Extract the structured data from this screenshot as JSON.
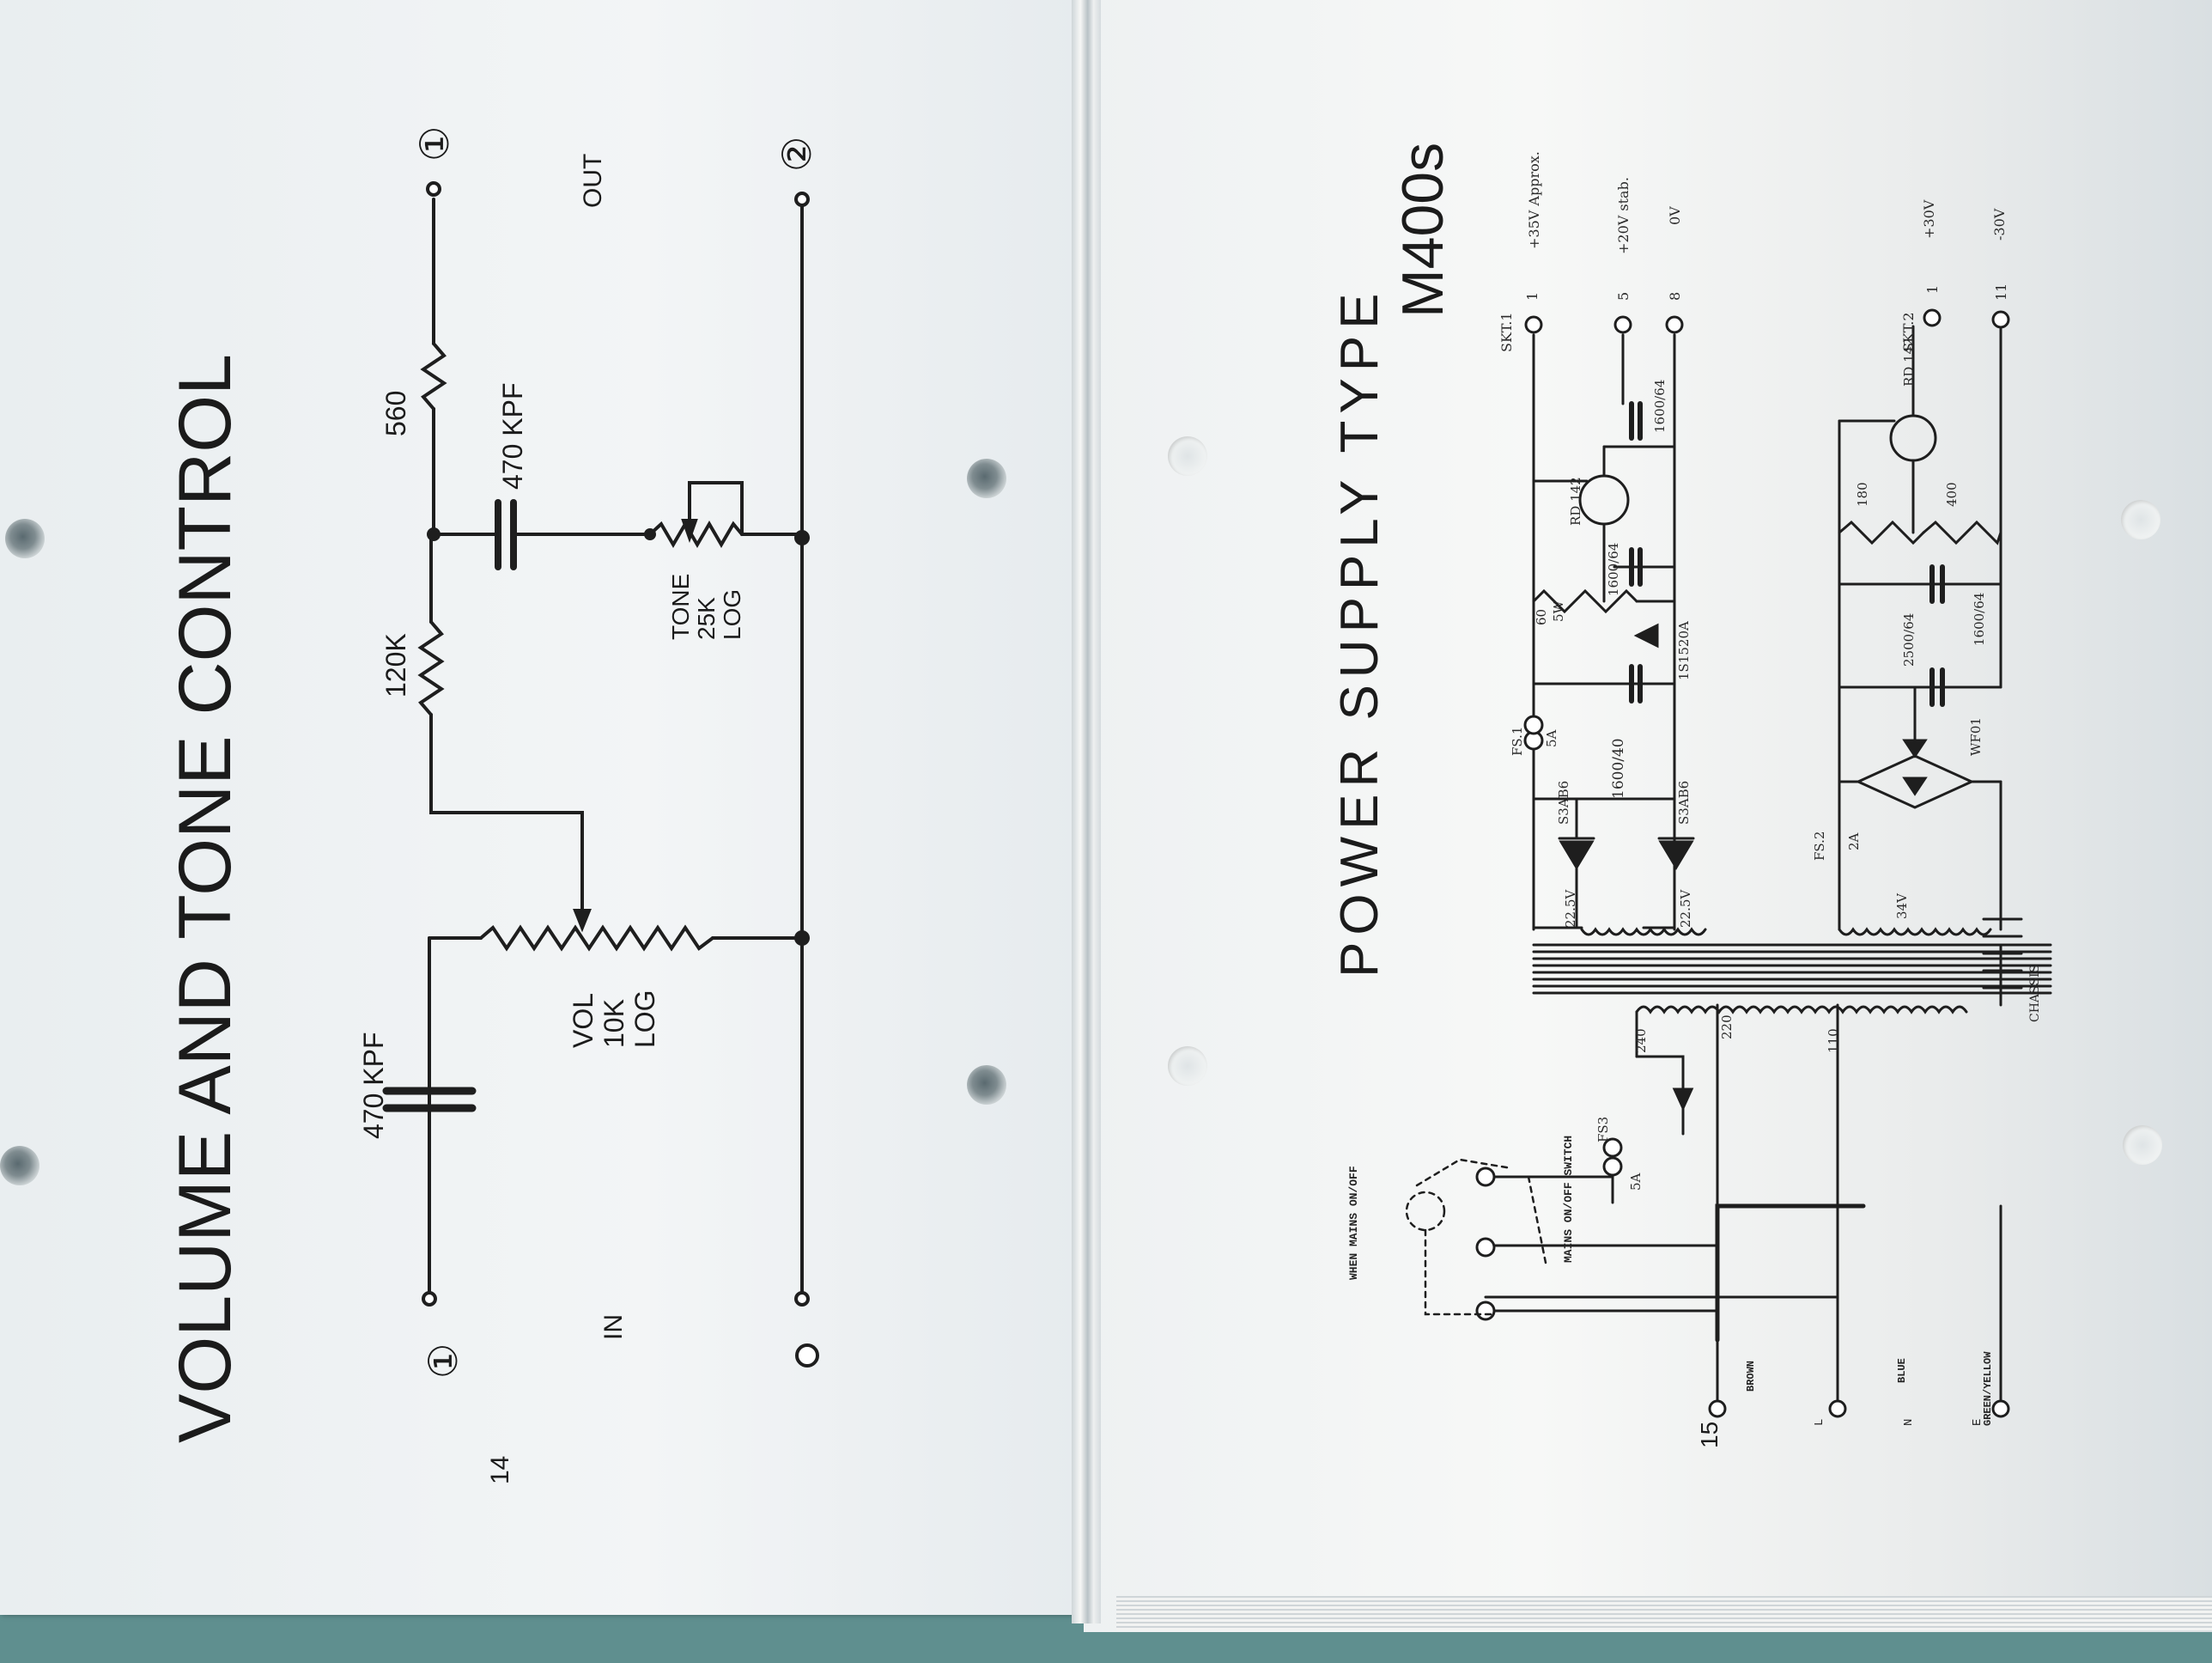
{
  "left_page": {
    "title": "VOLUME AND TONE CONTROL",
    "page_number": "14",
    "terminals": {
      "in_top": "①",
      "in_label": "IN",
      "out_top": "①",
      "out_bottom": "②",
      "out_label": "OUT"
    },
    "components": {
      "input_cap": "470 KPF",
      "volume_pot": [
        "VOL",
        "10K",
        "LOG"
      ],
      "r1": "120K",
      "r2": "560",
      "tone_cap": "470 KPF",
      "tone_pot": [
        "TONE",
        "25K",
        "LOG"
      ]
    }
  },
  "right_page": {
    "title": "POWER SUPPLY TYPE",
    "model": "M400s",
    "page_number": "15",
    "outputs": {
      "skt1_label": "SKT.1",
      "pin1": "1",
      "pin1_desc": "+35V Approx.",
      "pin5": "5",
      "pin5_desc": "+20V stab.",
      "pin8": "8",
      "pin8_desc": "0V",
      "skt2_label": "SKT.2",
      "pin2_1": "1",
      "pin2_1_desc": "+30V",
      "pin2_11": "11",
      "pin2_11_desc": "-30V"
    },
    "components": {
      "fs1": "FS.1",
      "fs1_rating": "5A",
      "fs2": "FS.2",
      "fs2_rating": "2A",
      "fs3": "FS3",
      "fs3_rating": "5A",
      "diode_a": "S3AB6",
      "diode_b": "S3AB6",
      "winding_a": "22.5V",
      "winding_b": "22.5V",
      "winding_c": "34V",
      "main_cap": "1600/40",
      "res_60": "60",
      "res_60_w": "5W",
      "zener": "1S1520A",
      "transistor_1": "RD 142",
      "cap_a": "1600/64",
      "cap_b": "1600/64",
      "bridge": "WF01",
      "cap_c": "2500/64",
      "cap_d": "1600/64",
      "res_180": "180",
      "res_400": "400",
      "transistor_2": "RD 142",
      "tap_240": "240",
      "tap_220": "220",
      "tap_110": "110",
      "chassis": "CHASSIS",
      "mains_switch_label": "MAINS ON/OFF SWITCH",
      "mains_switch_label_b": "WHEN MAINS ON/OFF"
    },
    "mains_leads": {
      "brown": "BROWN",
      "blue": "BLUE",
      "green_yellow": "GREEN/YELLOW",
      "pin_l": "L",
      "pin_n": "N",
      "pin_e": "E"
    }
  }
}
